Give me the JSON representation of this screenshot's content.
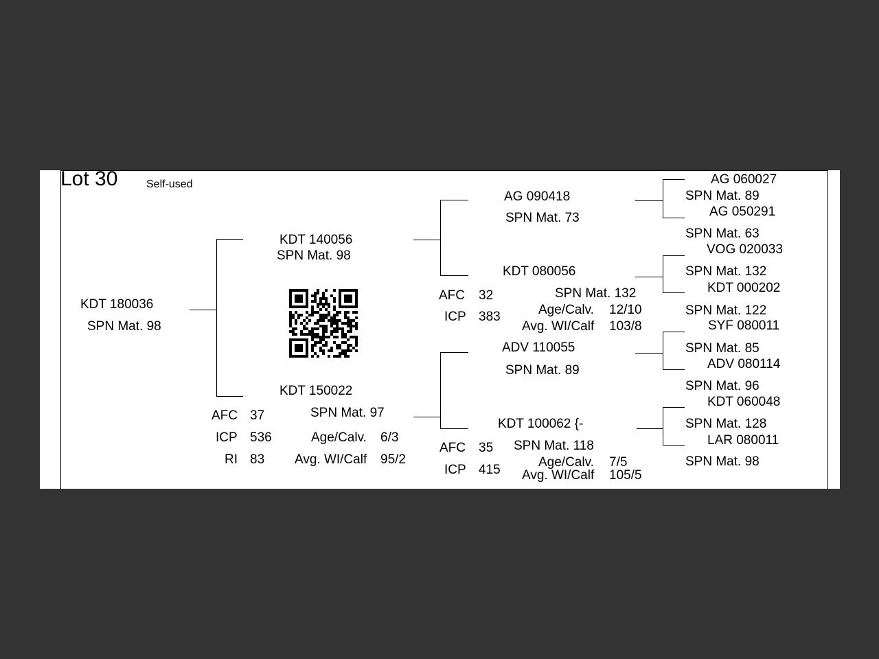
{
  "lot": "Lot 30",
  "usage": "Self-used",
  "subject": {
    "id": "KDT 180036",
    "spn": "SPN Mat. 98"
  },
  "sire": {
    "id": "KDT 140056",
    "spn": "SPN Mat. 98",
    "sire": {
      "id": "AG  090418",
      "spn": "SPN Mat. 73",
      "sire": {
        "id": "AG  060027",
        "spn": "SPN Mat. 89"
      },
      "dam": {
        "id": "AG  050291",
        "spn": "SPN Mat. 63"
      }
    },
    "dam": {
      "id": "KDT 080056",
      "spn": "SPN Mat. 132",
      "afc_label": "AFC",
      "afc": "32",
      "icp_label": "ICP",
      "icp": "383",
      "age_calv_label": "Age/Calv.",
      "age_calv": "12/10",
      "avg_label": "Avg. WI/Calf",
      "avg": "103/8",
      "sire": {
        "id": "VOG 020033",
        "spn": "SPN Mat. 132"
      },
      "dam": {
        "id": "KDT 000202",
        "spn": "SPN Mat. 122"
      }
    }
  },
  "dam": {
    "id": "KDT 150022",
    "spn": "SPN Mat. 97",
    "afc_label": "AFC",
    "afc": "37",
    "icp_label": "ICP",
    "icp": "536",
    "ri_label": "RI",
    "ri": "83",
    "age_calv_label": "Age/Calv.",
    "age_calv": "6/3",
    "avg_label": "Avg. WI/Calf",
    "avg": "95/2",
    "sire": {
      "id": "ADV 110055",
      "spn": "SPN Mat. 89",
      "sire": {
        "id": "SYF 080011",
        "spn": "SPN Mat. 85"
      },
      "dam": {
        "id": "ADV 080114",
        "spn": "SPN Mat. 96"
      }
    },
    "dam": {
      "id": "KDT 100062   {-",
      "spn": "SPN Mat. 118",
      "afc_label": "AFC",
      "afc": "35",
      "icp_label": "ICP",
      "icp": "415",
      "age_calv_label": "Age/Calv.",
      "age_calv": "7/5",
      "avg_label": "Avg. WI/Calf",
      "avg": "105/5",
      "sire": {
        "id": "KDT 060048",
        "spn": "SPN Mat. 128"
      },
      "dam": {
        "id": "LAR 080011",
        "spn": "SPN Mat. 98"
      }
    }
  }
}
